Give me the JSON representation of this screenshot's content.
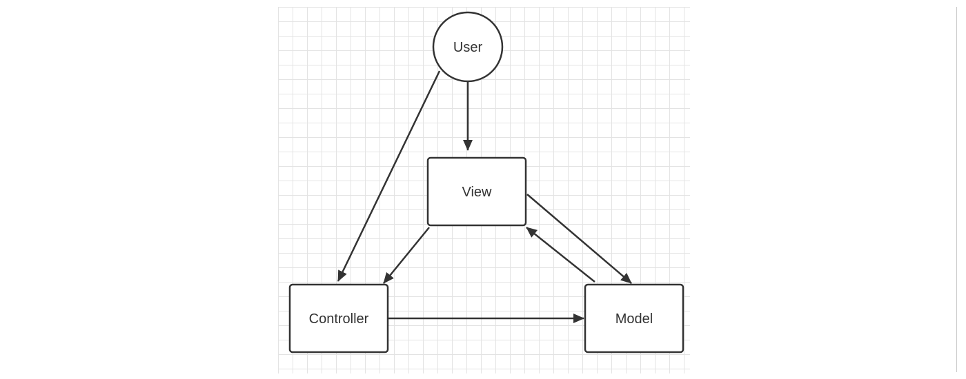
{
  "nodes": {
    "user": {
      "label": "User",
      "shape": "circle"
    },
    "view": {
      "label": "View",
      "shape": "rect"
    },
    "controller": {
      "label": "Controller",
      "shape": "rect"
    },
    "model": {
      "label": "Model",
      "shape": "rect"
    }
  },
  "edges": [
    {
      "from": "user",
      "to": "view"
    },
    {
      "from": "user",
      "to": "controller"
    },
    {
      "from": "view",
      "to": "controller"
    },
    {
      "from": "view",
      "to": "model"
    },
    {
      "from": "model",
      "to": "view"
    },
    {
      "from": "controller",
      "to": "model"
    }
  ],
  "colors": {
    "stroke": "#333333",
    "grid": "#e3e3e3",
    "background": "#ffffff"
  }
}
